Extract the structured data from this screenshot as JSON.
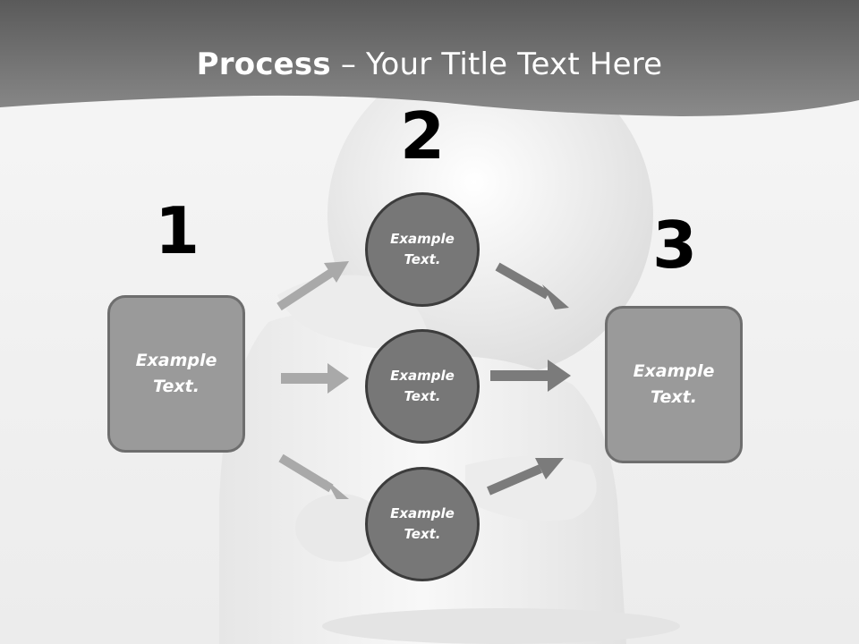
{
  "title": {
    "bold": "Process",
    "dash": " – ",
    "rest": "Your Title Text Here"
  },
  "steps": {
    "one": {
      "number": "1",
      "box": {
        "line1": "Example",
        "line2": "Text."
      }
    },
    "two": {
      "number": "2",
      "circles": [
        {
          "line1": "Example",
          "line2": "Text."
        },
        {
          "line1": "Example",
          "line2": "Text."
        },
        {
          "line1": "Example",
          "line2": "Text."
        }
      ]
    },
    "three": {
      "number": "3",
      "box": {
        "line1": "Example",
        "line2": "Text."
      }
    }
  },
  "colors": {
    "header": "#6a6a6a",
    "box_fill": "#9a9a9a",
    "circle_fill": "#777777",
    "arrow_light": "#a8a8a8",
    "arrow_dark": "#7a7a7a"
  }
}
